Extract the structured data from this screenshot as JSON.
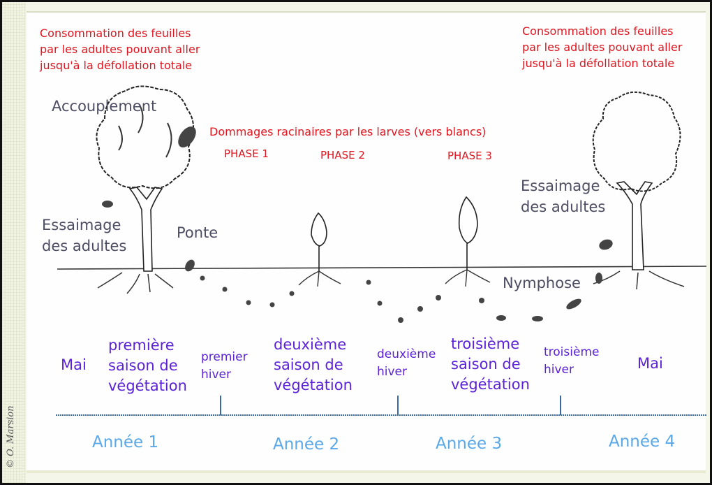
{
  "annotations": {
    "leaf_consumption_left": [
      "Consommation des feuilles",
      "par les adultes pouvant aller",
      "jusqu'à la défollation totale"
    ],
    "leaf_consumption_right": [
      "Consommation des feuilles",
      "par les adultes pouvant aller",
      "jusqu'à la défollation totale"
    ],
    "root_damage": "Dommages racinaires par les larves (vers blancs)",
    "phase_1": "PHASE 1",
    "phase_2": "PHASE 2",
    "phase_3": "PHASE 3"
  },
  "stages": {
    "mating": "Accouplement",
    "swarming_left": [
      "Essaimage",
      "des adultes"
    ],
    "laying": "Ponte",
    "swarming_right": [
      "Essaimage",
      "des adultes"
    ],
    "pupation": "Nymphose"
  },
  "seasons": {
    "may_start": "Mai",
    "season_1": [
      "première",
      "saison de",
      "végétation"
    ],
    "winter_1": [
      "premier",
      "hiver"
    ],
    "season_2": [
      "deuxième",
      "saison de",
      "végétation"
    ],
    "winter_2": [
      "deuxième",
      "hiver"
    ],
    "season_3": [
      "troisième",
      "saison de",
      "végétation"
    ],
    "winter_3": [
      "troisième",
      "hiver"
    ],
    "may_end": "Mai"
  },
  "years": {
    "year_1": "Année 1",
    "year_2": "Année 2",
    "year_3": "Année 3",
    "year_4": "Année 4"
  },
  "credit": "© O. Marsion",
  "colors": {
    "annotation": "#e0141e",
    "stage": "#4c4c62",
    "season": "#5a22d6",
    "year": "#5aa8e8",
    "timeline": "#3a6aa0"
  },
  "icons": [
    "tree-icon",
    "sapling-icon",
    "cockchafer-icon",
    "larva-icon"
  ]
}
